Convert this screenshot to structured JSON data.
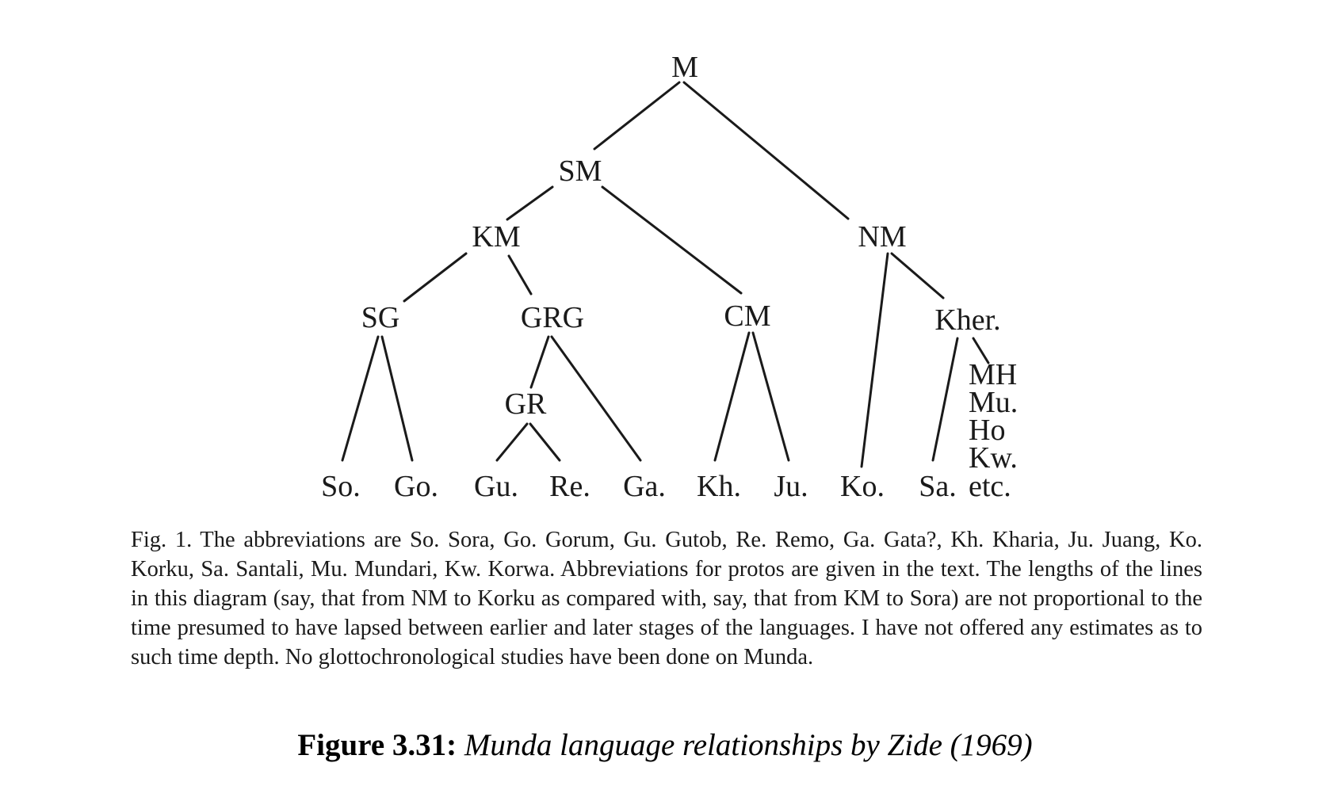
{
  "tree": {
    "nodes": {
      "m": "M",
      "sm": "SM",
      "km": "KM",
      "nm": "NM",
      "sg": "SG",
      "grg": "GRG",
      "cm": "CM",
      "kher": "Kher.",
      "gr": "GR"
    },
    "leaves": [
      "So.",
      "Go.",
      "Gu.",
      "Re.",
      "Ga.",
      "Kh.",
      "Ju.",
      "Ko.",
      "Sa."
    ],
    "kher_stack": [
      "MH",
      "Mu.",
      "Ho",
      "Kw.",
      "etc."
    ]
  },
  "caption": {
    "label": "Fig. 1.",
    "text": "The abbreviations are So. Sora, Go. Gorum, Gu. Gutob, Re. Remo, Ga. Gata?, Kh. Kharia, Ju. Juang, Ko. Korku, Sa. Santali, Mu. Mundari, Kw. Korwa. Abbreviations for protos are given in the text. The lengths of the lines in this diagram (say, that from NM to Korku as compared with, say, that from KM to Sora) are not proportional to the time presumed to have lapsed between earlier and later stages of the languages. I have not offered any estimates as to such time depth. No glottochronological studies have been done on Munda."
  },
  "figure": {
    "number": "Figure 3.31:",
    "description": "Munda language relationships by Zide (1969)"
  }
}
